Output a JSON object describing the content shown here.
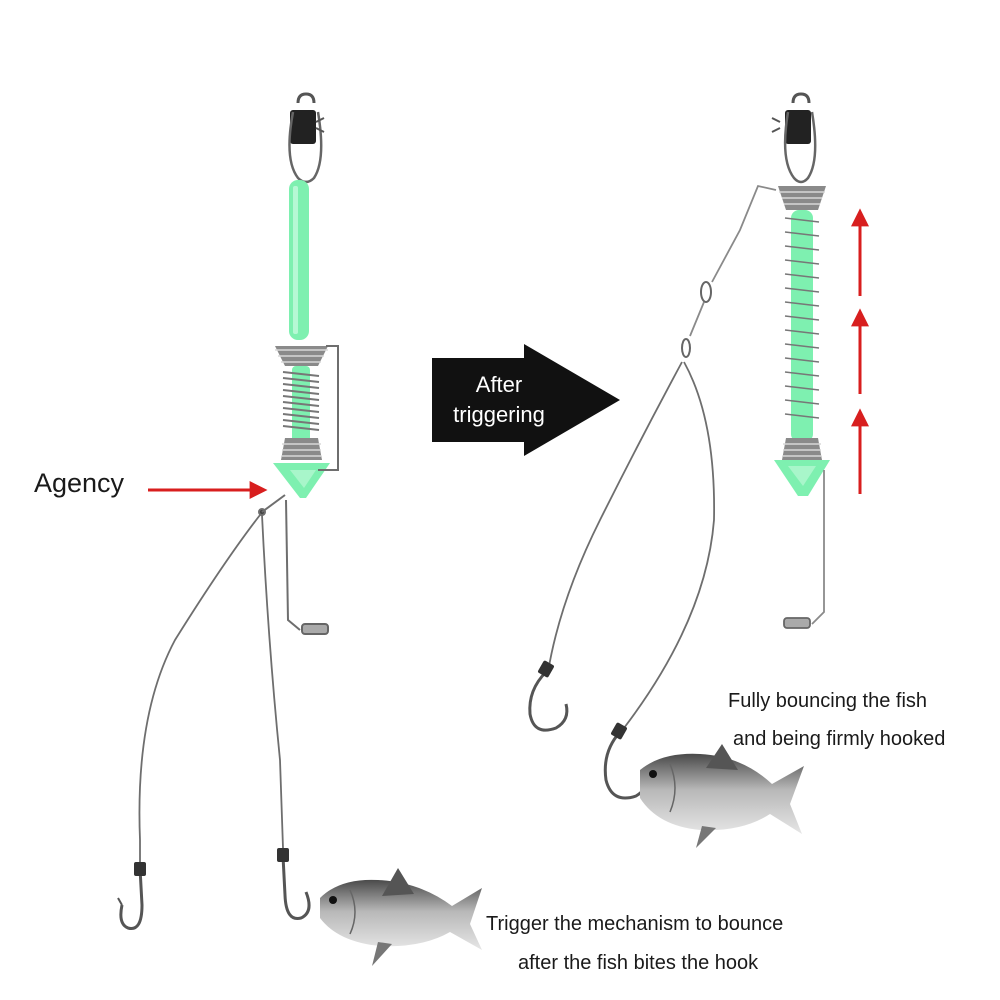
{
  "labels": {
    "agency": "Agency",
    "after_line1": "After",
    "after_line2": "triggering",
    "caption_hooked_line1": "Fully bouncing the fish",
    "caption_hooked_line2": "and being firmly hooked",
    "caption_trigger_line1": "Trigger the mechanism to bounce",
    "caption_trigger_line2": "after the fish bites the hook"
  },
  "colors": {
    "spring_green": "#7ef0b0",
    "pointer_red": "#d81e1e",
    "banner_black": "#111111",
    "wire": "#6e6e6e"
  },
  "icons": [
    "swivel-snap-icon",
    "spring-icon",
    "hook-icon",
    "fish-icon",
    "arrow-right-icon",
    "arrow-up-icon"
  ]
}
